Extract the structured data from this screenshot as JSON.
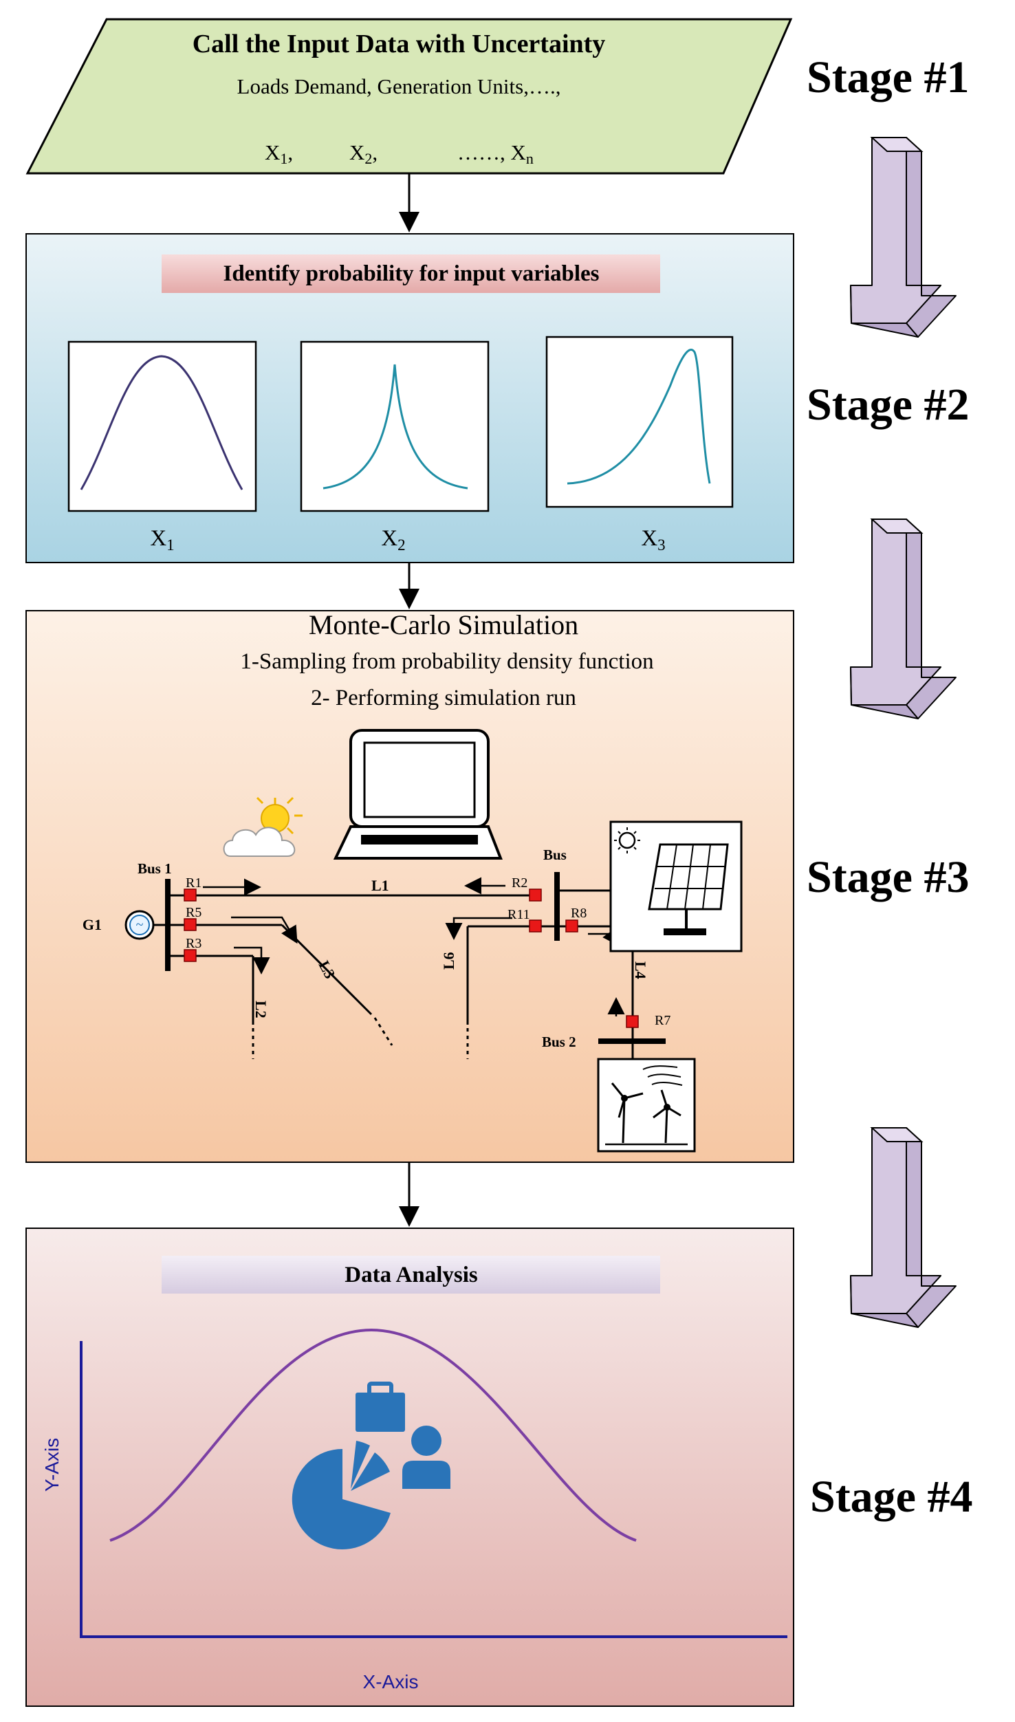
{
  "stage1": {
    "title": "Call the Input Data with Uncertainty",
    "subtitle": "Loads Demand, Generation Units,….,",
    "vars": {
      "x1": "X",
      "x1_sub": "1",
      "x1_sep": ",",
      "x2": "X",
      "x2_sub": "2",
      "x2_sep": ",",
      "dots": "……, X",
      "xn_sub": "n"
    }
  },
  "stage2": {
    "title": "Identify probability for input variables",
    "labels": [
      {
        "base": "X",
        "sub": "1"
      },
      {
        "base": "X",
        "sub": "2"
      },
      {
        "base": "X",
        "sub": "3"
      }
    ]
  },
  "stage3": {
    "title": "Monte-Carlo Simulation",
    "step1": "1-Sampling from probability density function",
    "step2": "2- Performing simulation run",
    "network": {
      "bus1": "Bus 1",
      "bus": "Bus",
      "bus2": "Bus 2",
      "gen": "G1",
      "relays": {
        "r1": "R1",
        "r5": "R5",
        "r3": "R3",
        "r2": "R2",
        "r11": "R11",
        "r8": "R8",
        "r7": "R7"
      },
      "lines": {
        "l1": "L1",
        "l2": "L2",
        "l3": "L3",
        "l4": "L4",
        "l6": "L6"
      }
    }
  },
  "stage4": {
    "title": "Data Analysis",
    "ylabel": "Y-Axis",
    "xlabel": "X-Axis"
  },
  "stage_labels": [
    "Stage #1",
    "Stage #2",
    "Stage #3",
    "Stage #4"
  ],
  "colors": {
    "stage1_fill": "#d8e8b8",
    "stage2_fill_top": "#eaf3f7",
    "stage2_fill_bottom": "#a9d3e3",
    "stage3_fill_top": "#fdf1e6",
    "stage3_fill_bottom": "#f6c7a3",
    "stage4_fill_top": "#f7ebea",
    "stage4_fill_bottom": "#e0aca8",
    "big_arrow": "#d5c8e1",
    "axis": "#1a1a9a",
    "analysis_curve": "#7b3fa3",
    "icons": "#2a74b8",
    "relay": "#e81818",
    "pdf_curve_1": "#3b3370",
    "pdf_curve_2": "#1f8ea5",
    "pdf_curve_3": "#1f8ea5"
  }
}
